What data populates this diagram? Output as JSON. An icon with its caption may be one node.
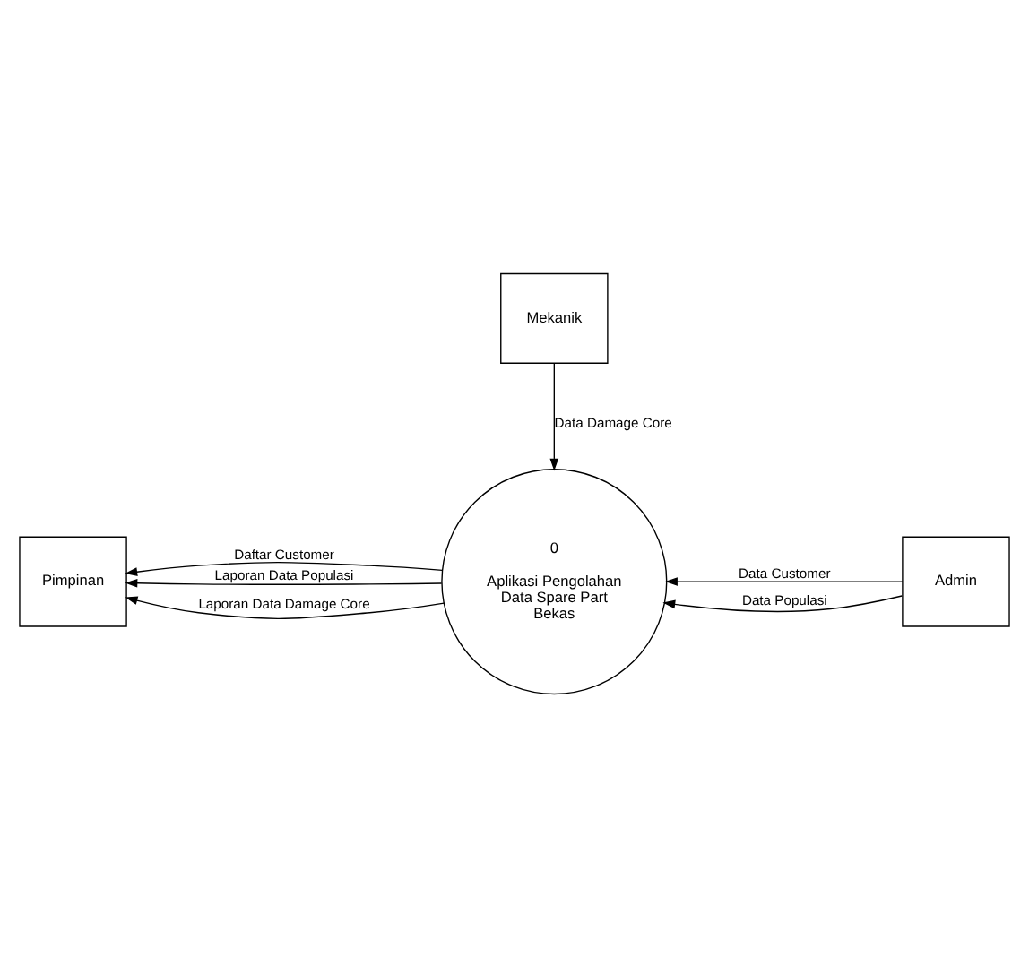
{
  "diagram": {
    "nodes": [
      {
        "text": [
          "Mekanik"
        ]
      },
      {
        "text": [
          "0",
          "Aplikasi Pengolahan Data Spare Part Bekas"
        ]
      },
      {
        "text": [
          "Pimpinan"
        ]
      },
      {
        "text": [
          "Admin"
        ]
      }
    ],
    "edges": [
      {
        "from": 0,
        "to": 1,
        "arrow": "to",
        "label": "Data Damage Core"
      },
      {
        "from": 3,
        "to": 1,
        "arrow": "to",
        "label": "Data Customer"
      },
      {
        "from": 1,
        "to": 2,
        "arrow": "to",
        "label": "Daftar Customer"
      },
      {
        "from": 1,
        "to": 2,
        "arrow": "to",
        "label": "Laporan Data Populasi"
      },
      {
        "from": 1,
        "to": 2,
        "arrow": "to",
        "label": "Laporan Data Damage Core"
      },
      {
        "from": 3,
        "to": 1,
        "arrow": "to",
        "label": "Data Populasi"
      }
    ]
  }
}
